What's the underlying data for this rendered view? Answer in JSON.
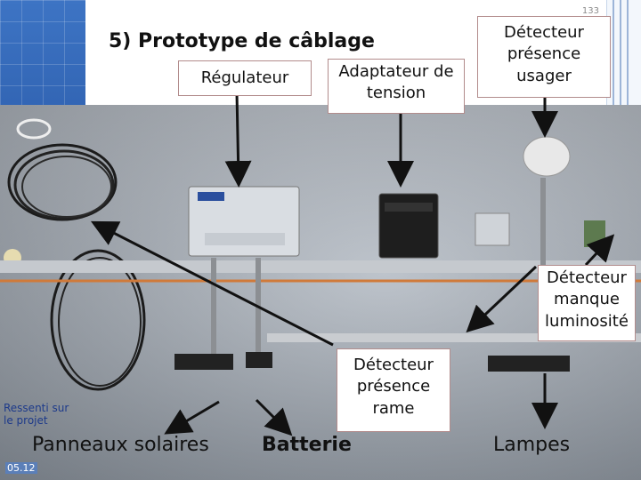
{
  "slide": {
    "page_number": "133",
    "title": "5) Prototype de câblage",
    "note": "Ressenti sur le projet",
    "date": "05.12"
  },
  "labels": {
    "regulateur": "Régulateur",
    "adaptateur": "Adaptateur de tension",
    "detecteur_usager": "Détecteur présence usager",
    "detecteur_luminosite": "Détecteur manque luminosité",
    "detecteur_rame": "Détecteur présence rame",
    "panneaux": "Panneaux solaires",
    "batterie": "Batterie",
    "lampes": "Lampes"
  },
  "colors": {
    "accent_blue": "#2a5aa8",
    "arrow": "#111111",
    "board": "#aab2bc"
  }
}
